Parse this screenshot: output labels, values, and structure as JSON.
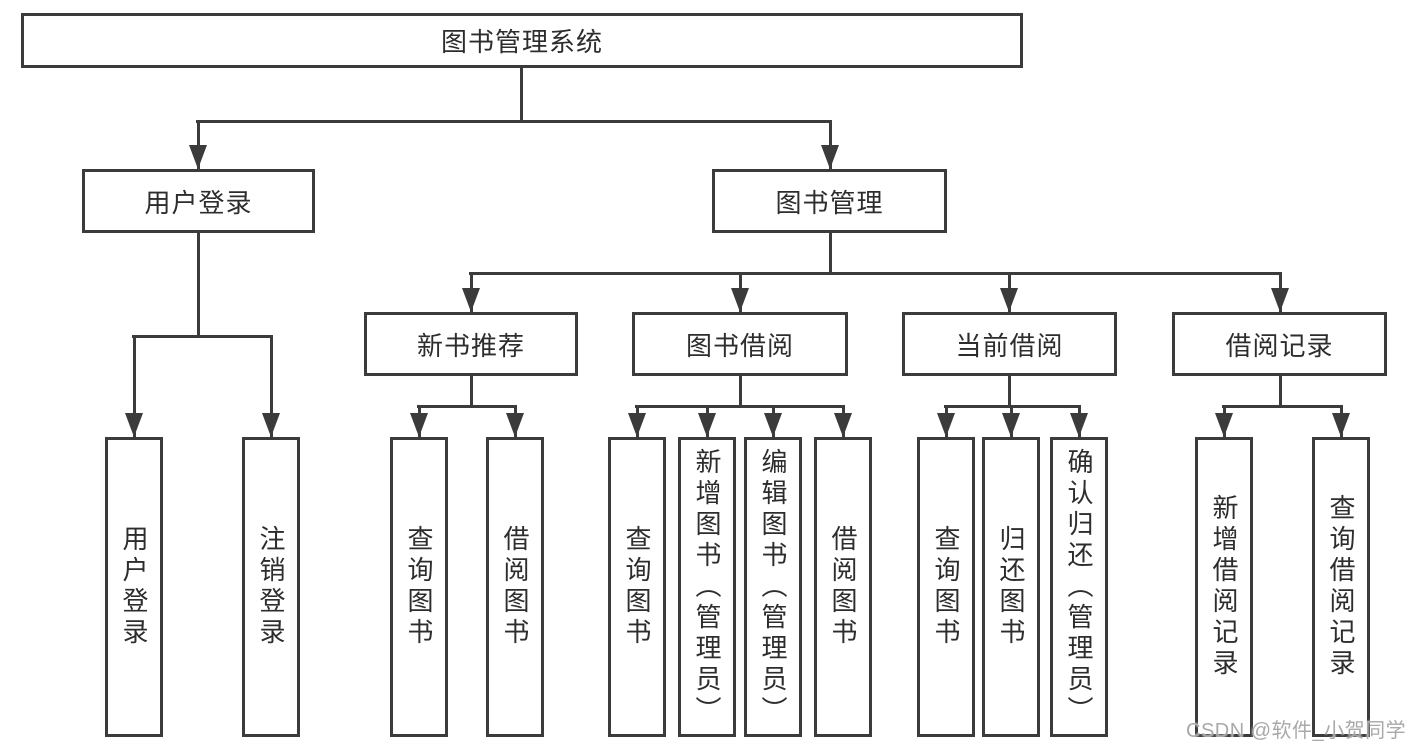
{
  "diagram": {
    "title": "图书管理系统",
    "level2": [
      {
        "label": "用户登录"
      },
      {
        "label": "图书管理"
      }
    ],
    "level3": [
      {
        "label": "新书推荐"
      },
      {
        "label": "图书借阅"
      },
      {
        "label": "当前借阅"
      },
      {
        "label": "借阅记录"
      }
    ],
    "leaves": [
      {
        "label": "用户登录"
      },
      {
        "label": "注销登录"
      },
      {
        "label": "查询图书"
      },
      {
        "label": "借阅图书"
      },
      {
        "label": "查询图书"
      },
      {
        "label": "新增图书（管理员）"
      },
      {
        "label": "编辑图书（管理员）"
      },
      {
        "label": "借阅图书"
      },
      {
        "label": "查询图书"
      },
      {
        "label": "归还图书"
      },
      {
        "label": "确认归还（管理员）"
      },
      {
        "label": "新增借阅记录"
      },
      {
        "label": "查询借阅记录"
      }
    ]
  },
  "watermark": {
    "text": "CSDN @软件_小贺同学"
  },
  "colors": {
    "line": "#3b3b3b",
    "text": "#2d2d2d",
    "background": "#ffffff",
    "watermark": "#a9a9a9"
  }
}
